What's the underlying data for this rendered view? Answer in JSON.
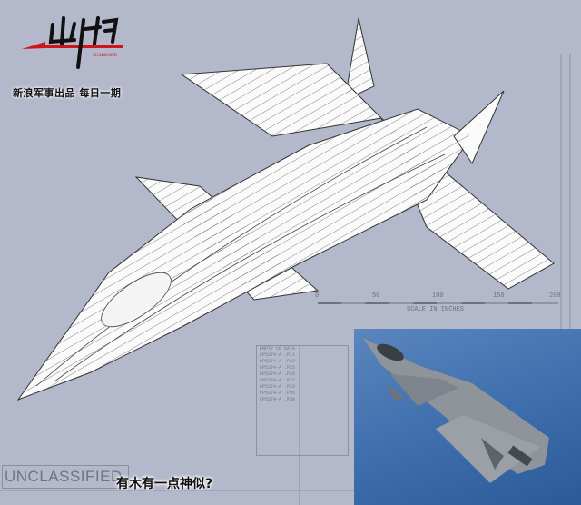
{
  "logo": {
    "text": "出鞘",
    "subtext": "SCABBARD"
  },
  "tagline": "新浪军事出品 每日一期",
  "drawing": {
    "scale_ticks": [
      "0",
      "50",
      "100",
      "150",
      "200"
    ],
    "scale_label": "SCALE IN INCHES",
    "stamp": "UNCLASSIFIED"
  },
  "caption": "有木有一点神似?",
  "colors": {
    "background": "#b3b8ca",
    "logo_red": "#d0141c",
    "sky": "#3f6fae"
  }
}
